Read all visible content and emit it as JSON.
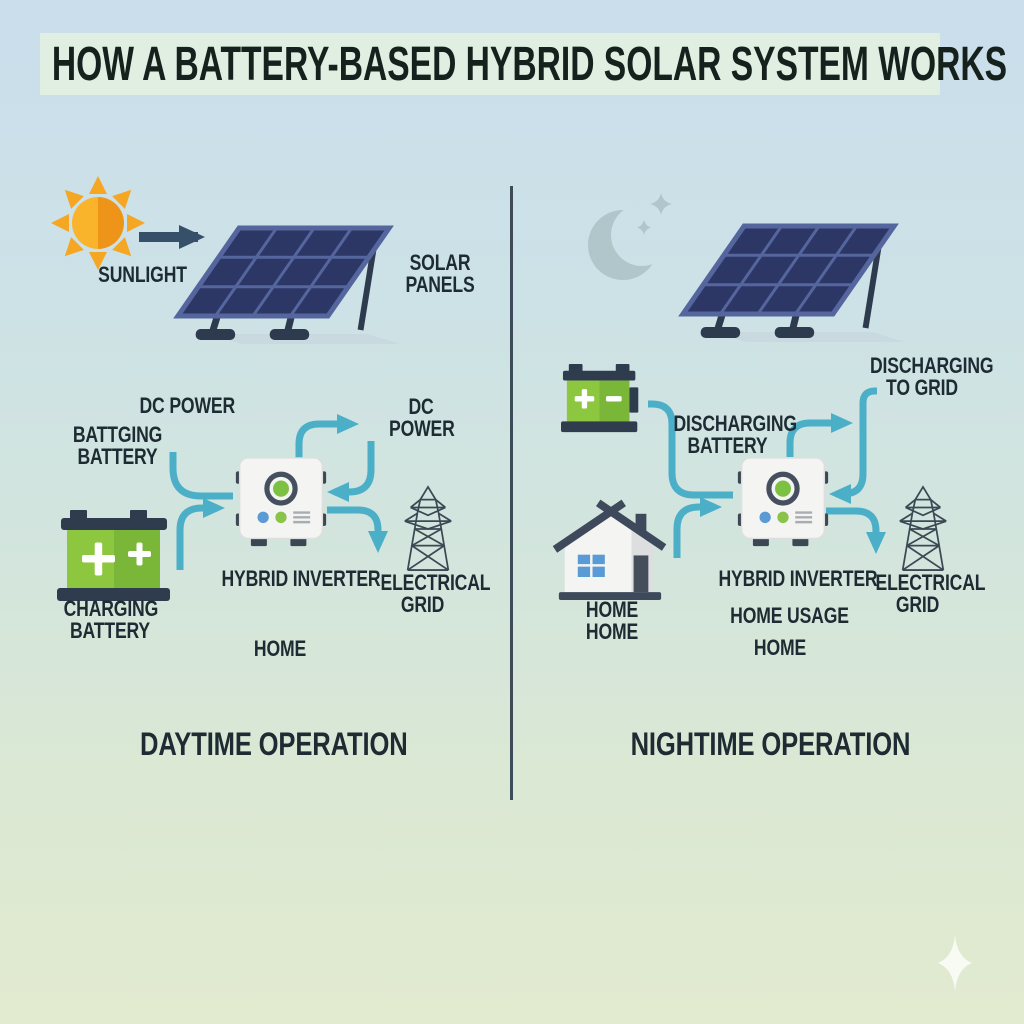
{
  "title": "HOW A BATTERY-BASED HYBRID SOLAR SYSTEM WORKS",
  "colors": {
    "background_top": "#cadeec",
    "background_bottom": "#e2ebcf",
    "banner": "#e1efe3",
    "text": "#1e2b33",
    "flow_arrow_teal": "#4bafc8",
    "sunlight_arrow_navy": "#36506a",
    "solar_panel_navy": "#2c3765",
    "battery_green_light": "#8dc63f",
    "battery_green_dark": "#7ab638",
    "icon_dark_navy": "#2f3c4e",
    "inverter_green": "#7dc142",
    "inverter_blue": "#5b9bd5",
    "moon_gray": "#b0c6cb",
    "sun_orange": "#f5a623"
  },
  "icons": {
    "sun": "sun-icon",
    "moon": "moon-icon",
    "solar_panel": "solar-panel-icon",
    "battery": "battery-icon",
    "hybrid_inverter": "inverter-icon",
    "transmission_tower": "grid-tower-icon",
    "house": "house-icon",
    "sparkle": "sparkle-icon"
  },
  "left": {
    "section_title": "DAYTIME OPERATION",
    "sunlight_label": "SUNLIGHT",
    "solar_panels_label": [
      "SOLAR",
      "PANELS"
    ],
    "dc_power_label": "DC POWER",
    "charging_caption": [
      "BATTGING",
      "BATTERY"
    ],
    "battery_label": [
      "CHARGING",
      "BATTERY"
    ],
    "inverter_label": "HYBRID INVERTER",
    "dc_power_right_label": [
      "DC",
      "POWER"
    ],
    "grid_label": [
      "ELECTRICAL",
      "GRID"
    ],
    "home_label": "HOME"
  },
  "right": {
    "section_title": "NIGHTIME OPERATION",
    "discharging_battery_label": [
      "DISCHARGING",
      "BATTERY"
    ],
    "discharging_to_grid_label": [
      "DISCHARGING",
      "TO GRID"
    ],
    "house_label": [
      "HOME",
      "HOME"
    ],
    "inverter_label": "HYBRID INVERTER",
    "home_usage_label": "HOME USAGE",
    "home_label": "HOME",
    "grid_label": [
      "ELECTRICAL",
      "GRID"
    ]
  }
}
